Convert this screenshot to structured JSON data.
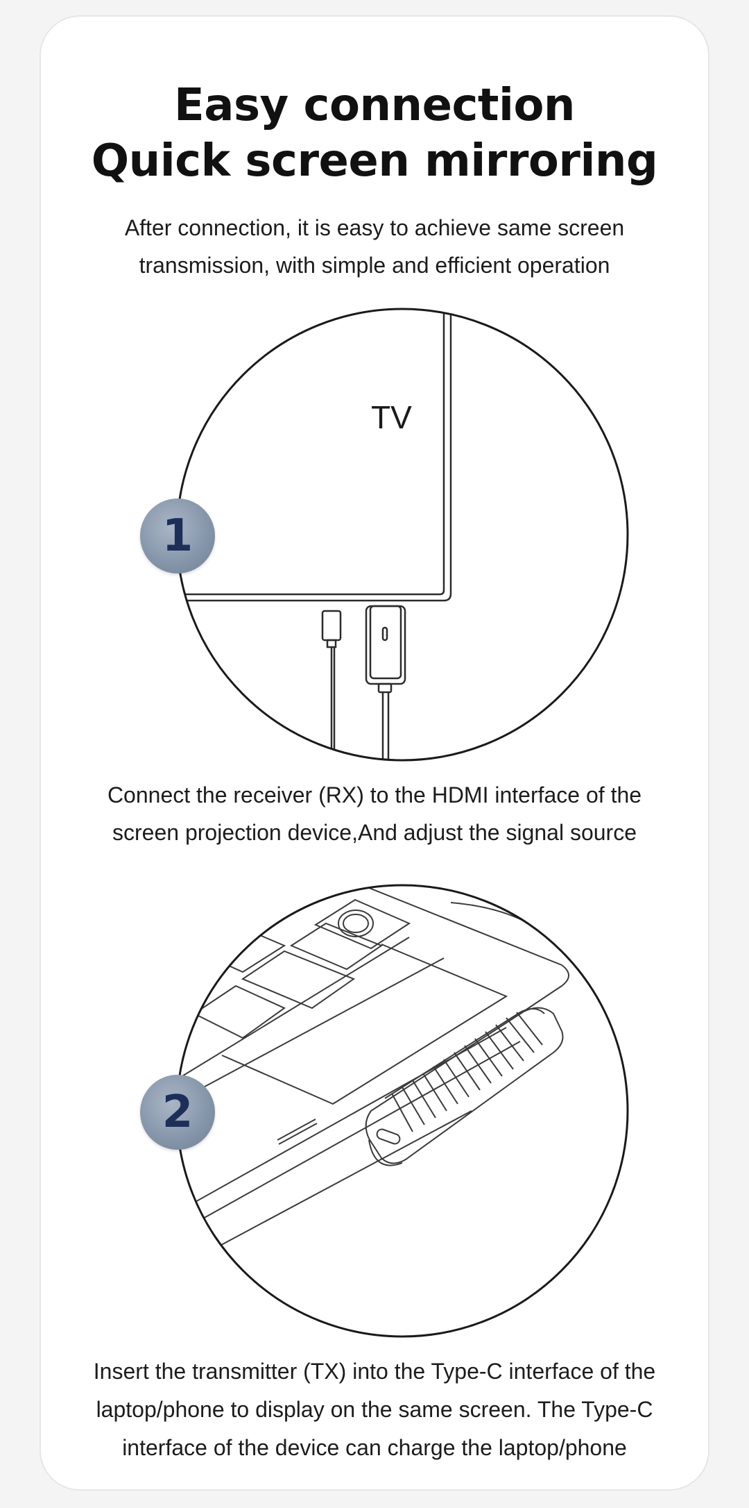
{
  "heading": {
    "line1": "Easy connection",
    "line2": "Quick screen mirroring"
  },
  "intro": {
    "line1": "After connection, it is easy to achieve same screen",
    "line2": "transmission, with simple and efficient operation"
  },
  "step1": {
    "badge": "1",
    "tv_label": "TV",
    "caption_line1": "Connect the receiver (RX) to the HDMI interface of the",
    "caption_line2": "screen projection device,And adjust the signal source"
  },
  "step2": {
    "badge": "2",
    "caption_line1": "Insert the transmitter (TX) into the Type-C interface of the",
    "caption_line2": "laptop/phone to display on the same screen. The Type-C",
    "caption_line3": "interface of the device can charge the laptop/phone"
  },
  "colors": {
    "badge_fill": "#8797ab",
    "badge_text": "#1d2f59",
    "line_art": "#2b2b2b"
  }
}
